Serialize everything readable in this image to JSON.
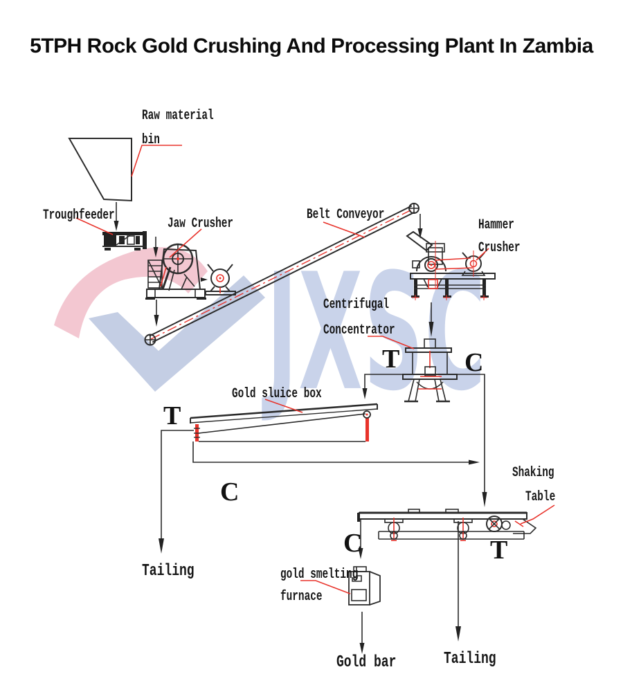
{
  "title": "5TPH Rock Gold Crushing And Processing Plant In Zambia",
  "watermark": {
    "text": "JXSC",
    "pink_color": "#f3c7d1",
    "blue_color": "#c4cee4",
    "text_color": "#c9d3ea"
  },
  "colors": {
    "line": "#2b2b2b",
    "accent_red": "#e8332b",
    "text": "#161616"
  },
  "labels": {
    "raw_material_bin": {
      "line1": "Raw material",
      "line2": "bin"
    },
    "troughfeeder": {
      "text": "Troughfeeder"
    },
    "jaw_crusher": {
      "text": "Jaw Crusher"
    },
    "belt_conveyor": {
      "text": "Belt Conveyor"
    },
    "hammer_crusher": {
      "line1": "Hammer",
      "line2": "Crusher"
    },
    "centrifugal_concentrator": {
      "line1": "Centrifugal",
      "line2": "Concentrator"
    },
    "gold_sluice_box": {
      "text": "Gold sluice box"
    },
    "shaking_table": {
      "line1": "Shaking",
      "line2": "Table"
    },
    "gold_smelting_furnace": {
      "line1": "gold smelting",
      "line2": "furnace"
    }
  },
  "outputs": {
    "tailing_left": "Tailing",
    "gold_bar": "Gold bar",
    "tailing_right": "Tailing"
  },
  "stream_letters": {
    "concentrator_t": "T",
    "concentrator_c": "C",
    "sluice_t": "T",
    "sluice_c": "C",
    "table_c": "C",
    "table_t": "T"
  }
}
